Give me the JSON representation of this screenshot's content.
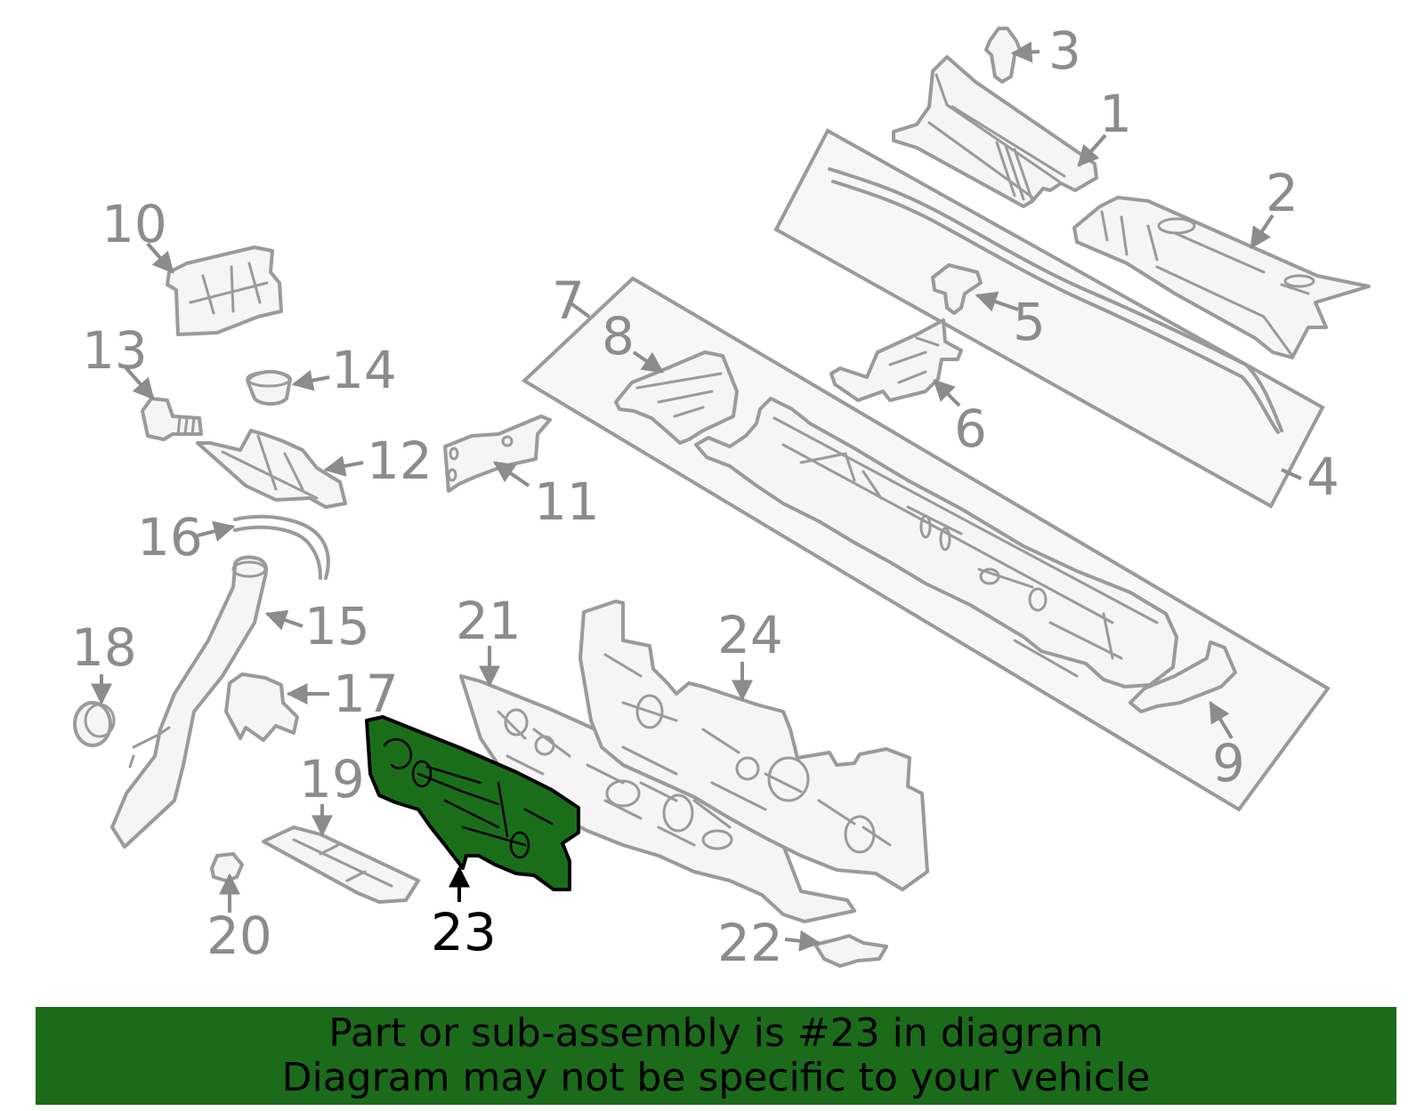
{
  "diagram": {
    "highlight_part": "23",
    "accent_color": "#1b6b1b",
    "callouts": {
      "c1": "1",
      "c2": "2",
      "c3": "3",
      "c4": "4",
      "c5": "5",
      "c6": "6",
      "c7": "7",
      "c8": "8",
      "c9": "9",
      "c10": "10",
      "c11": "11",
      "c12": "12",
      "c13": "13",
      "c14": "14",
      "c15": "15",
      "c16": "16",
      "c17": "17",
      "c18": "18",
      "c19": "19",
      "c20": "20",
      "c21": "21",
      "c22": "22",
      "c23": "23",
      "c24": "24"
    }
  },
  "banner": {
    "line1": "Part or sub-assembly is #23 in diagram",
    "line2": "Diagram may not be specific to your vehicle"
  }
}
